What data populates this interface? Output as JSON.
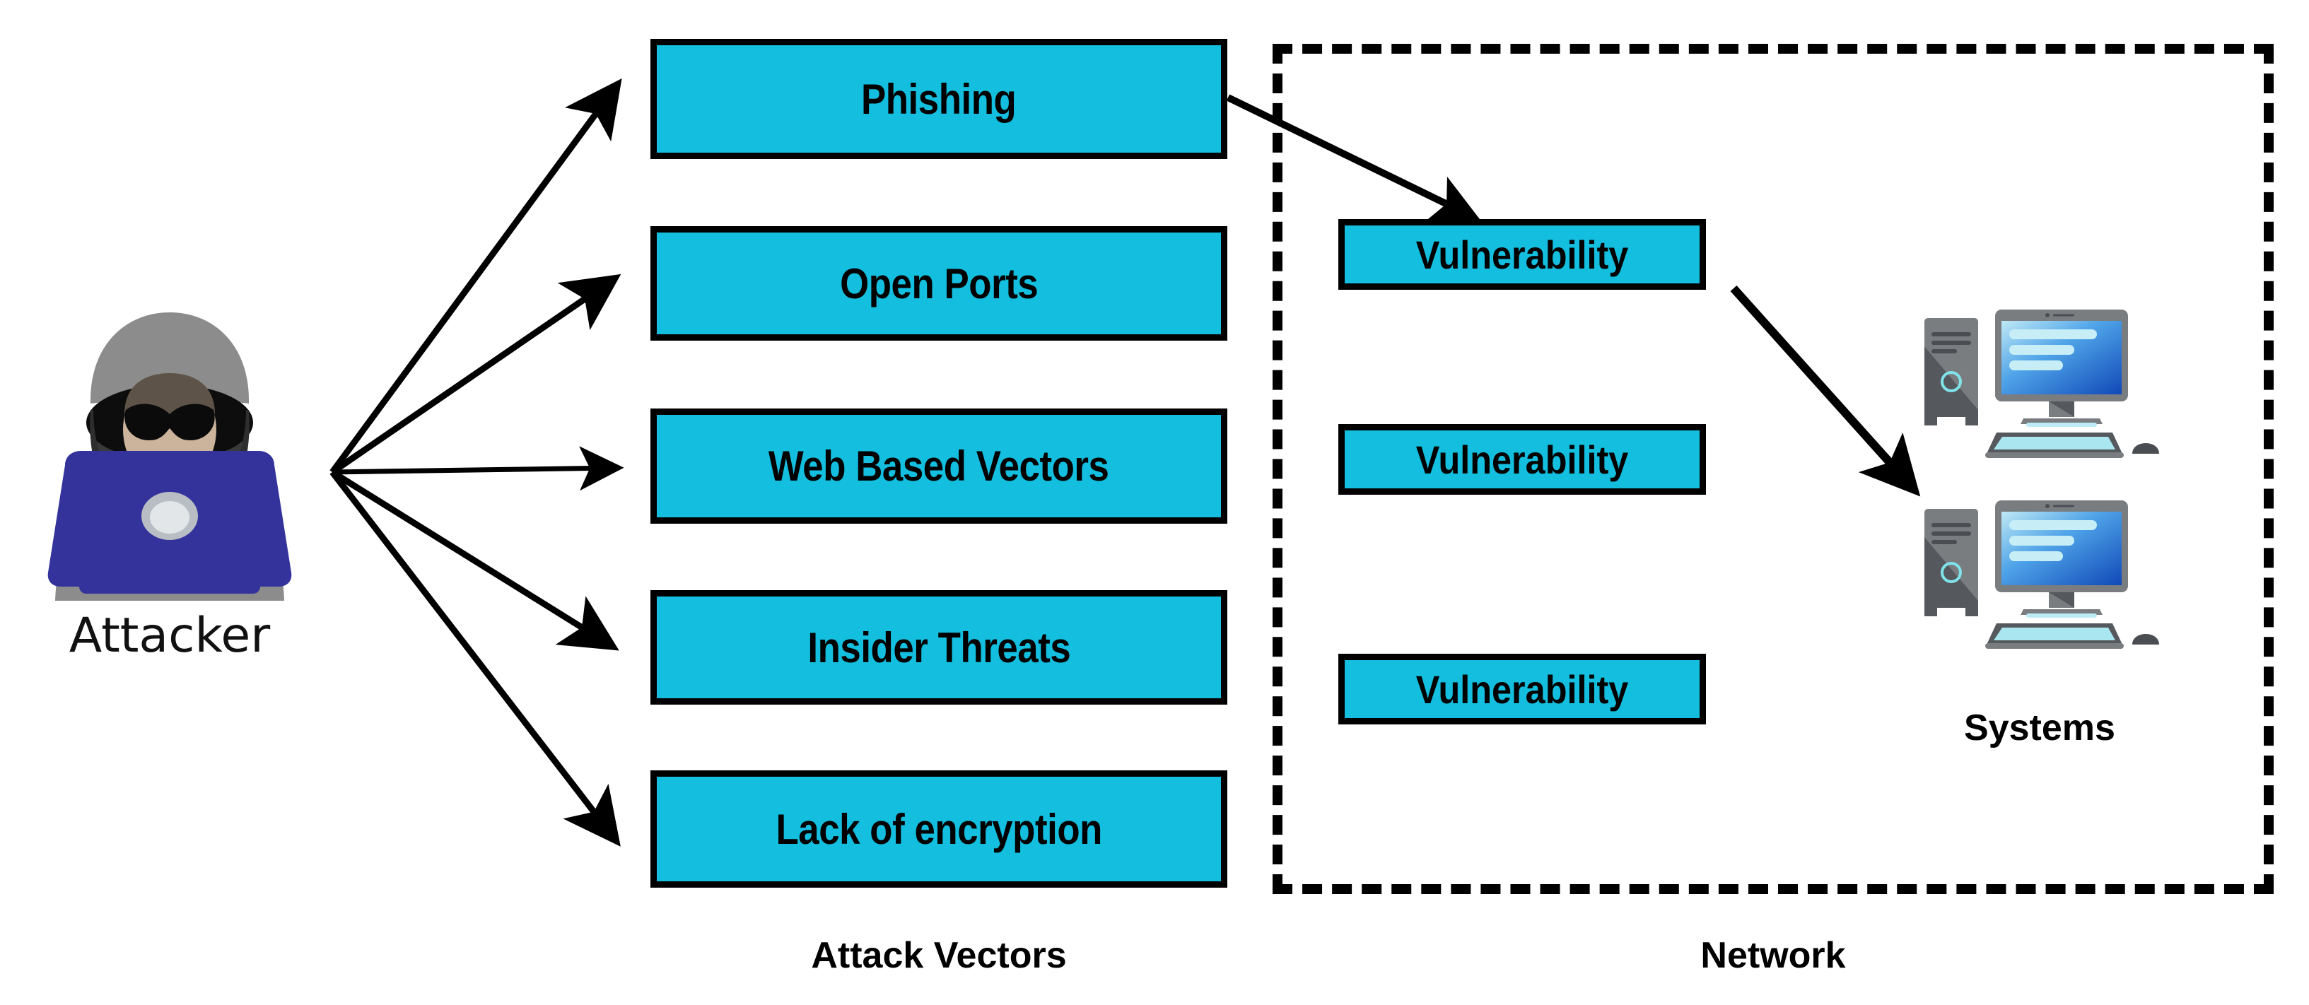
{
  "diagram": {
    "title": "Attacker to Network Attack Path Diagram",
    "colors": {
      "box_fill": "#13BEDE",
      "box_border": "#000000",
      "arrow": "#000000",
      "background": "#FFFFFF",
      "attacker_hood": "#8C8C8C",
      "attacker_hood_inner": "#1A1A1A",
      "attacker_face": "#CBB49B",
      "attacker_laptop": "#33339B",
      "system_tower": "#7A7D80",
      "system_screen": "#1C6FD6"
    }
  },
  "attacker": {
    "label": "Attacker",
    "icon": "hooded-hacker-with-laptop-icon"
  },
  "attack_vectors": {
    "caption": "Attack Vectors",
    "boxes": [
      {
        "label": "Phishing"
      },
      {
        "label": "Open Ports"
      },
      {
        "label": "Web Based Vectors"
      },
      {
        "label": "Insider Threats"
      },
      {
        "label": "Lack of encryption"
      }
    ]
  },
  "network": {
    "caption": "Network",
    "vulnerabilities": [
      {
        "label": "Vulnerability"
      },
      {
        "label": "Vulnerability"
      },
      {
        "label": "Vulnerability"
      }
    ],
    "systems": {
      "label": "Systems",
      "icon": "desktop-computer-with-tower-icon",
      "count": 2
    }
  },
  "connections": {
    "attacker_to_vectors": [
      {
        "from": "attacker",
        "to": "Phishing"
      },
      {
        "from": "attacker",
        "to": "Open Ports"
      },
      {
        "from": "attacker",
        "to": "Web Based Vectors"
      },
      {
        "from": "attacker",
        "to": "Insider Threats"
      },
      {
        "from": "attacker",
        "to": "Lack of encryption"
      }
    ],
    "vector_to_vulnerability": [
      {
        "from": "Phishing",
        "to": "Vulnerability"
      }
    ],
    "vulnerability_to_system": [
      {
        "from": "Vulnerability",
        "to": "Systems"
      }
    ]
  }
}
